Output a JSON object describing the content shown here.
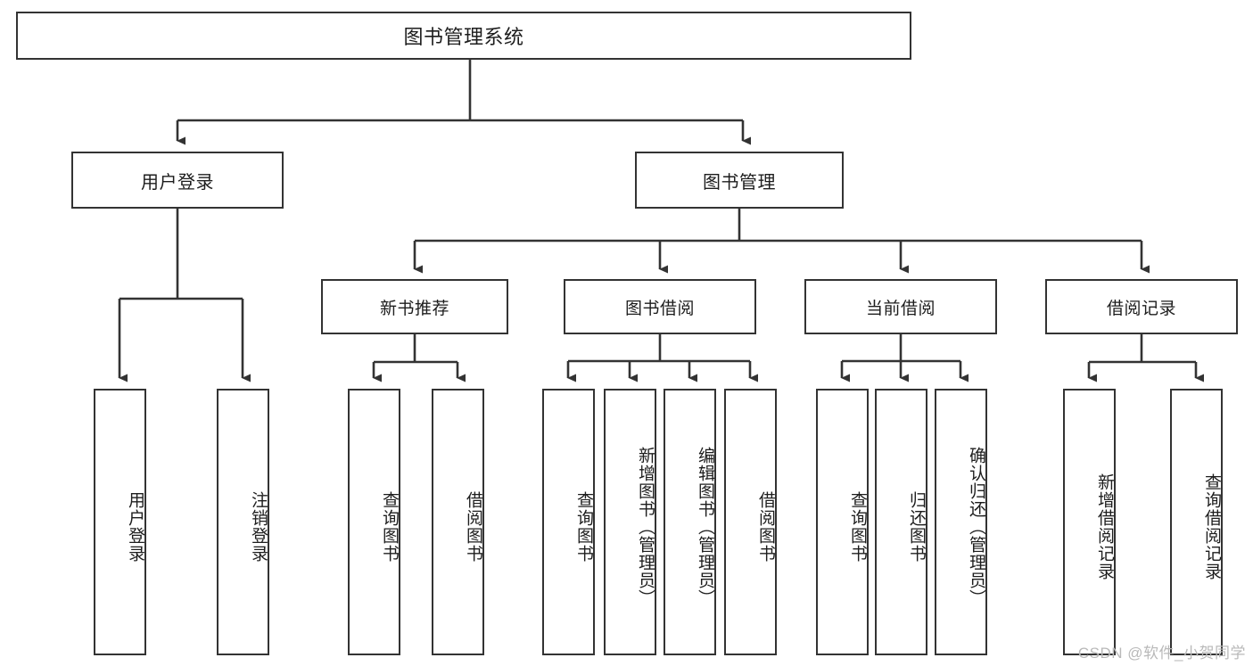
{
  "diagram": {
    "type": "hierarchy-tree",
    "title": "图书管理系统",
    "watermark": "CSDN @软件_小贺同学",
    "colors": {
      "box_border": "#333333",
      "box_fill": "#ffffff",
      "connector": "#333333",
      "text": "#1d1d1d",
      "watermark": "#b9b9b9"
    },
    "nodes": {
      "root": "图书管理系统",
      "level1": [
        "用户登录",
        "图书管理"
      ],
      "level2": [
        "新书推荐",
        "图书借阅",
        "当前借阅",
        "借阅记录"
      ],
      "leaves": {
        "user_login": [
          "用户登录",
          "注销登录"
        ],
        "new_book": [
          "查询图书",
          "借阅图书"
        ],
        "book_borrow": [
          "查询图书",
          "新增图书（管理员）",
          "编辑图书（管理员）",
          "借阅图书"
        ],
        "current_borrow": [
          "查询图书",
          "归还图书",
          "确认归还（管理员）"
        ],
        "borrow_record": [
          "新增借阅记录",
          "查询借阅记录"
        ]
      }
    }
  }
}
